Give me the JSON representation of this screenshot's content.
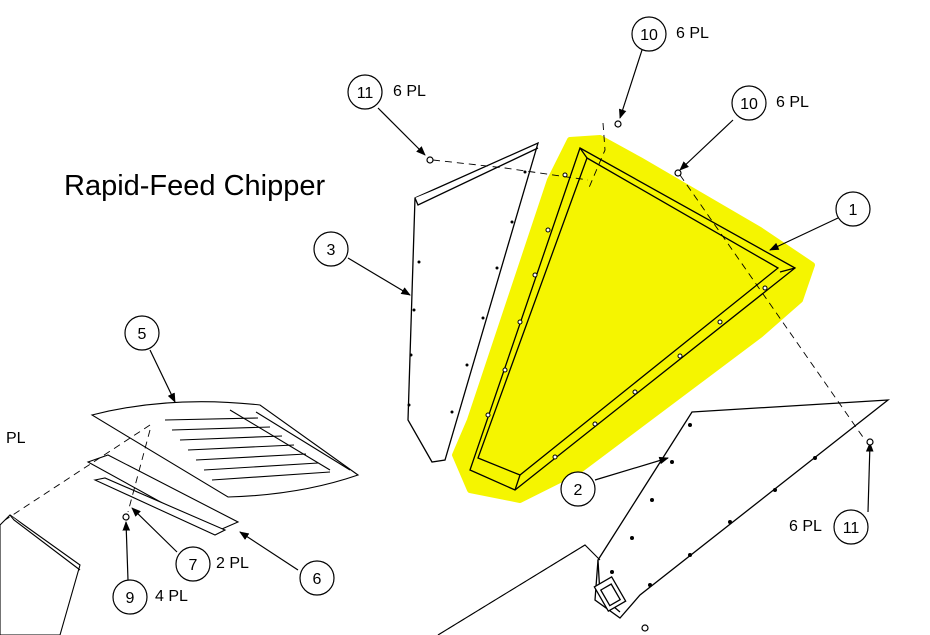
{
  "title": "Rapid-Feed Chipper",
  "highlight_color": "#f5f500",
  "callouts": [
    {
      "id": "10a",
      "number": "10",
      "qty": "6 PL"
    },
    {
      "id": "11a",
      "number": "11",
      "qty": "6 PL"
    },
    {
      "id": "10b",
      "number": "10",
      "qty": "6 PL"
    },
    {
      "id": "1",
      "number": "1",
      "qty": ""
    },
    {
      "id": "3",
      "number": "3",
      "qty": ""
    },
    {
      "id": "5",
      "number": "5",
      "qty": ""
    },
    {
      "id": "2",
      "number": "2",
      "qty": ""
    },
    {
      "id": "11b",
      "number": "11",
      "qty": "6 PL"
    },
    {
      "id": "7",
      "number": "7",
      "qty": "2 PL"
    },
    {
      "id": "6",
      "number": "6",
      "qty": ""
    },
    {
      "id": "9",
      "number": "9",
      "qty": "4 PL"
    }
  ],
  "edge_text": "PL"
}
